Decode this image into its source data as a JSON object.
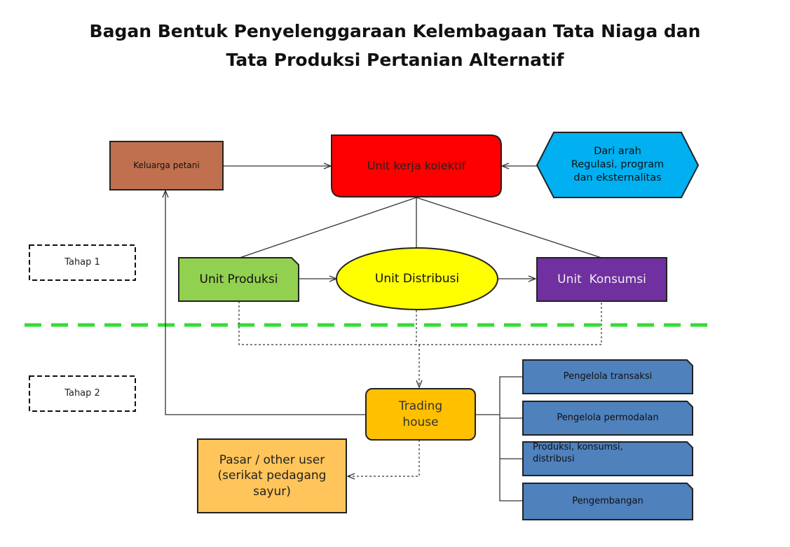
{
  "title": {
    "line1": "Bagan Bentuk Penyelenggaraan Kelembagaan Tata Niaga dan",
    "line2": "Tata Produksi Pertanian Alternatif"
  },
  "stages": {
    "tahap1": "Tahap 1",
    "tahap2": "Tahap 2"
  },
  "nodes": {
    "keluarga_petani": "Keluarga petani",
    "unit_kerja_kolektif": "Unit kerja kolektif",
    "regulasi": [
      "Dari arah",
      "Regulasi, program",
      "dan eksternalitas"
    ],
    "unit_produksi": "Unit Produksi",
    "unit_distribusi": "Unit Distribusi",
    "unit_konsumsi": "Unit  Konsumsi",
    "trading_house": [
      "Trading",
      "house"
    ],
    "pasar": [
      "Pasar / other user",
      "(serikat pedagang",
      "sayur)"
    ]
  },
  "functions": {
    "pengelola_transaksi": "Pengelola transaksi",
    "pengelola_permodalan": "Pengelola permodalan",
    "produksi_konsumsi_distribusi": [
      "Produksi, konsumsi,",
      "distribusi"
    ],
    "pengembangan": "Pengembangan"
  },
  "colors": {
    "keluarga": "#c0704e",
    "kolektif": "#ff0000",
    "regulasi": "#00b0f0",
    "produksi": "#92d050",
    "distribusi": "#ffff00",
    "konsumsi": "#7030a0",
    "trading": "#ffc000",
    "pasar": "#ffc55a",
    "functions": "#4f81bd",
    "divider": "#33dd33"
  }
}
